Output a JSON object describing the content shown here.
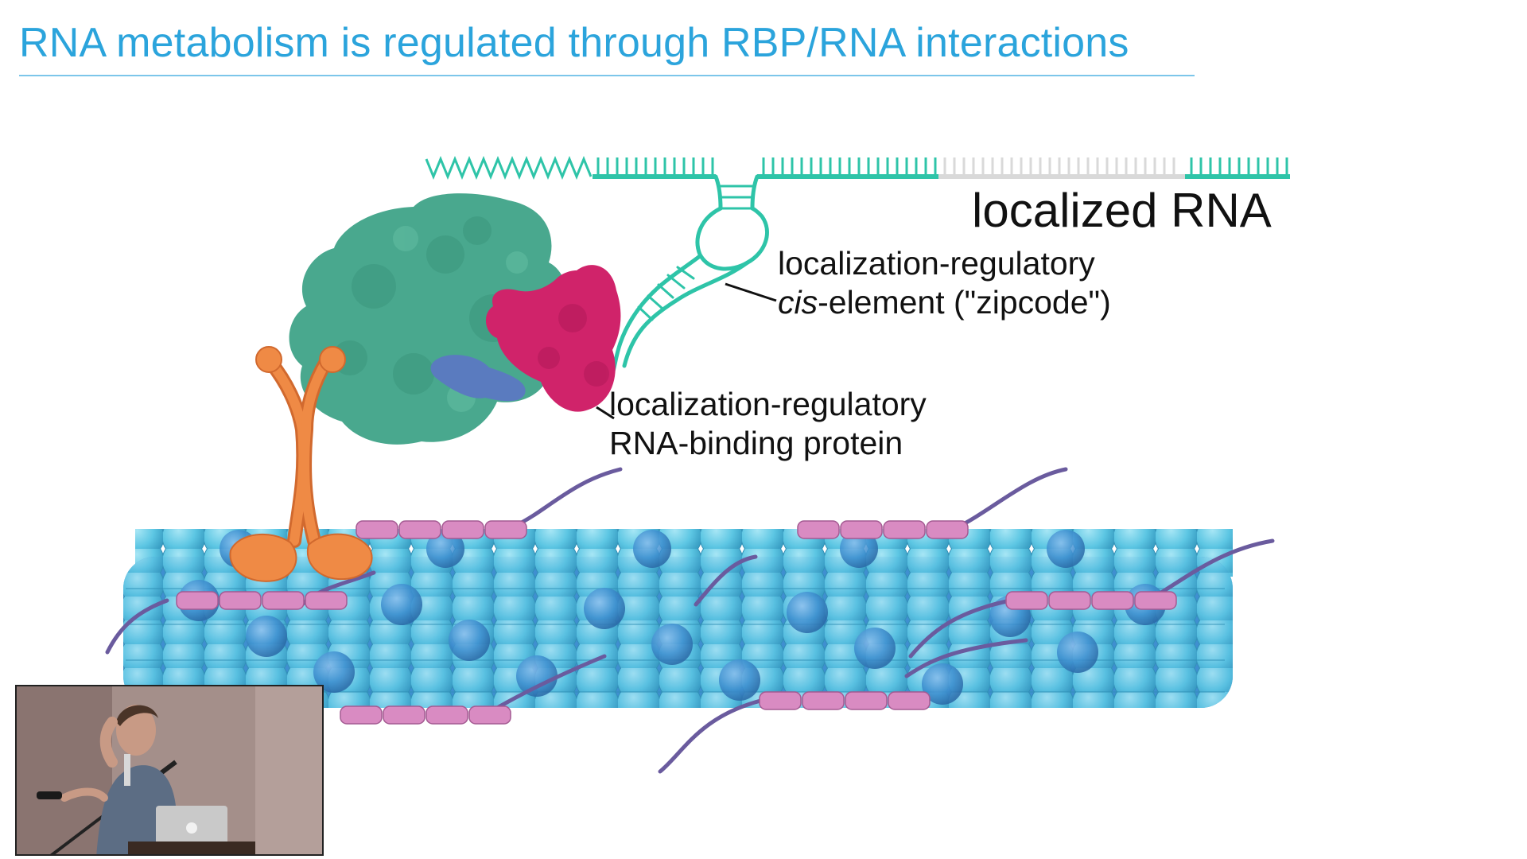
{
  "slide": {
    "title": "RNA metabolism is regulated through RBP/RNA interactions"
  },
  "labels": {
    "localized_rna": "localized RNA",
    "zipcode_line1": "localization-regulatory",
    "zipcode_line2_italic": "cis",
    "zipcode_line2_rest": "-element (\"zipcode\")",
    "rbp_line1": "localization-regulatory",
    "rbp_line2": "RNA-binding protein"
  },
  "colors": {
    "title": "#2ba4dc",
    "rna": "#2ec4a8",
    "rna_faded": "#d9d9d9",
    "motor": "#ef8a45",
    "complex": "#49a88e",
    "rbp": "#d0236a",
    "adapter": "#5a7bbf",
    "tubule_light": "#5cc6e3",
    "tubule_dark": "#3f8fd0",
    "tail": "#6a5b9e",
    "tail_segment": "#d98bc2"
  },
  "webcam": {
    "content": "presenter-video-feed",
    "icon": "apple-logo-icon"
  }
}
